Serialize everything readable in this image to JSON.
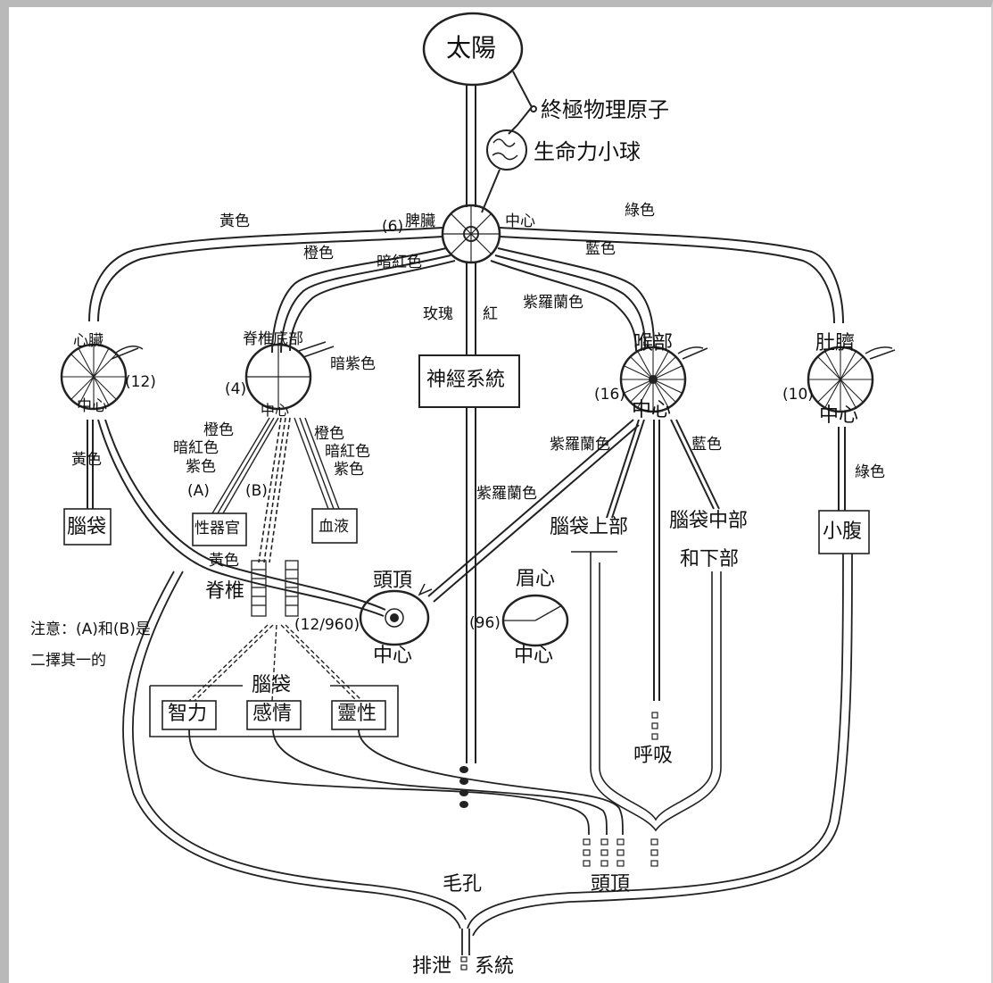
{
  "sun": "太陽",
  "ultimate_atom": "終極物理原子",
  "vitality_globule": "生命力小球",
  "spleen_number": "(6)",
  "spleen": "脾臟",
  "spleen_center": "中心",
  "colors": {
    "yellow": "黃色",
    "green": "綠色",
    "orange": "橙色",
    "dark_red": "暗紅色",
    "blue": "藍色",
    "violet": "紫羅蘭色",
    "rose": "玫瑰",
    "red": "紅",
    "dark_purple": "暗紫色",
    "purple": "紫色"
  },
  "nervous_system": "神經系統",
  "heart": {
    "name": "心臟",
    "number": "(12)",
    "center": "中心"
  },
  "base_of_spine": {
    "name": "脊椎底部",
    "number": "(4)",
    "center": "中心"
  },
  "throat": {
    "name": "喉部",
    "number": "(16)",
    "center": "中心"
  },
  "navel": {
    "name": "肚臍",
    "number": "(10)",
    "center": "中心"
  },
  "crown": {
    "name": "頭頂",
    "number": "(12/960)",
    "center": "中心"
  },
  "brow": {
    "name": "眉心",
    "number": "(96)",
    "center": "中心"
  },
  "brain": "腦袋",
  "sex_organs": "性器官",
  "blood": "血液",
  "spine": "脊椎",
  "path_a": "(A)",
  "path_b": "(B)",
  "note_line1": "注意：(A)和(B)是",
  "note_line2": "二擇其一的",
  "upper_brain": "腦袋上部",
  "middle_brain": "腦袋中部",
  "lower_brain": "和下部",
  "abdomen": "小腹",
  "head_group": "腦袋",
  "intellect": "智力",
  "emotion": "感情",
  "spirituality": "靈性",
  "breath": "呼吸",
  "pores": "毛孔",
  "head_top": "頭頂",
  "excretion_left": "排泄",
  "excretion_right": "系統"
}
